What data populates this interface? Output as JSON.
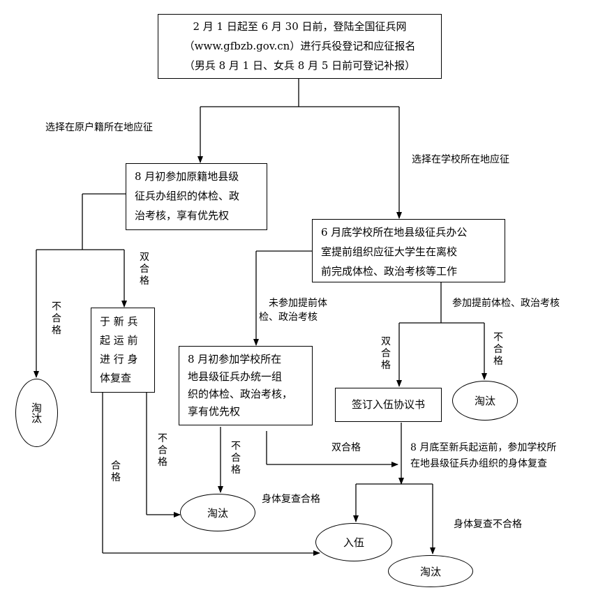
{
  "start": {
    "line1": "2 月 1 日起至 6 月 30 日前，登陆全国征兵网",
    "line2": "（www.gfbzb.gov.cn）进行兵役登记和应征报名",
    "line3": "（男兵 8 月 1 日、女兵 8 月 5 日前可登记补报）"
  },
  "labels": {
    "choose_home": "选择在原户籍所在地应征",
    "choose_school": "选择在学校所在地应征",
    "double_pass_1": "双合格",
    "fail_1": "不合格",
    "not_joined_1": "未参加提前体",
    "not_joined_2": "检、政治考核",
    "joined_early": "参加提前体检、政治考核",
    "double_pass_2": "双合格",
    "fail_2": "不合格",
    "fail_3": "不合格",
    "fail_4": "不合格",
    "pass": "合格",
    "double_pass_3": "双合格",
    "recheck_pass": "身体复查合格",
    "recheck_fail": "身体复查不合格",
    "final_recheck_1": "8 月底至新兵起运前，参加学校所",
    "final_recheck_2": "在地县级征兵办组织的身体复查"
  },
  "boxes": {
    "home": {
      "line1": "8 月初参加原籍地县级",
      "line2": "征兵办组织的体检、政",
      "line3": "治考核，享有优先权"
    },
    "school_early": {
      "line1": "6 月底学校所在地县级征兵办公",
      "line2": "室提前组织应征大学生在离校",
      "line3": "前完成体检、政治考核等工作"
    },
    "recheck_home": {
      "line1": "于 新 兵",
      "line2": "起 运 前",
      "line3": "进 行 身",
      "line4": "体复查"
    },
    "school_aug": {
      "line1": "8 月初参加学校所在",
      "line2": "地县级征兵办统一组",
      "line3": "织的体检、政治考核，",
      "line4": "享有优先权"
    },
    "sign": {
      "line1": "签订入伍协议书"
    }
  },
  "ellipses": {
    "elim_left": "淘汰",
    "elim_right": "淘汰",
    "elim_mid": "淘汰",
    "elim_bottom": "淘汰",
    "enlist": "入伍"
  }
}
